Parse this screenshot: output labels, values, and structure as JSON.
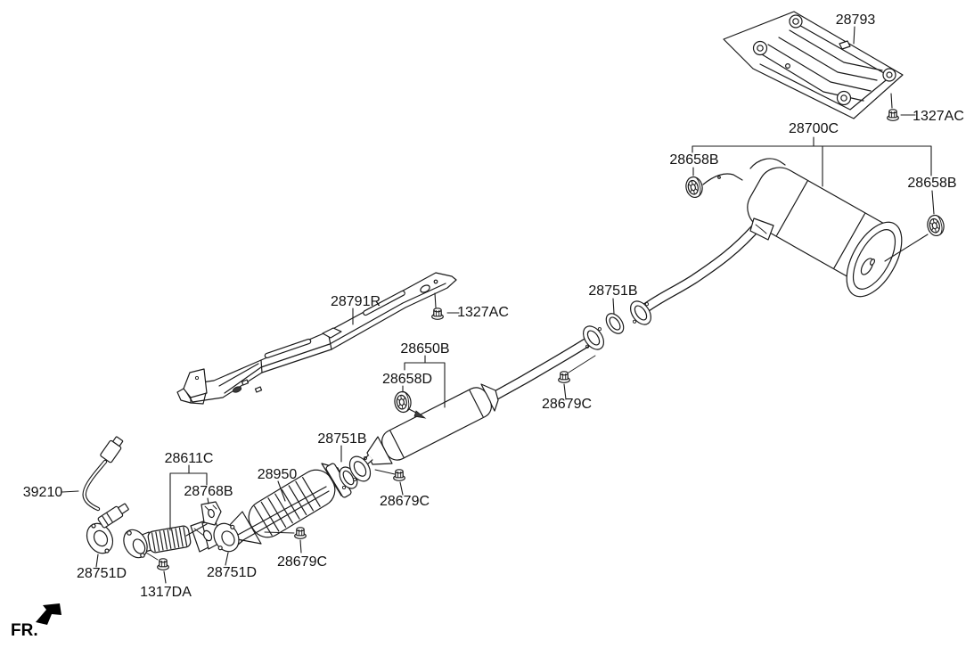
{
  "colors": {
    "background": "#ffffff",
    "line": "#1a1a1a",
    "text": "#111111"
  },
  "labels": {
    "shield_rear": "28793",
    "bolt_rear": "1327AC",
    "muffler": "28700C",
    "hanger_rear_left": "28658B",
    "hanger_rear_right": "28658B",
    "gasket_rear": "28751B",
    "shield_center": "28791R",
    "bolt_center": "1327AC",
    "center_muffler": "28650B",
    "hanger_center": "28658D",
    "nut_rear": "28679C",
    "gasket_mid": "28751B",
    "flex_pipe": "28611C",
    "converter": "28950",
    "oxygen_sensor": "39210",
    "hanger_front": "28768B",
    "nut_mid": "28679C",
    "nut_converter": "28679C",
    "gasket_front_left": "28751D",
    "gasket_front_right": "28751D",
    "nut_front": "1317DA",
    "fr_indicator": "FR."
  }
}
